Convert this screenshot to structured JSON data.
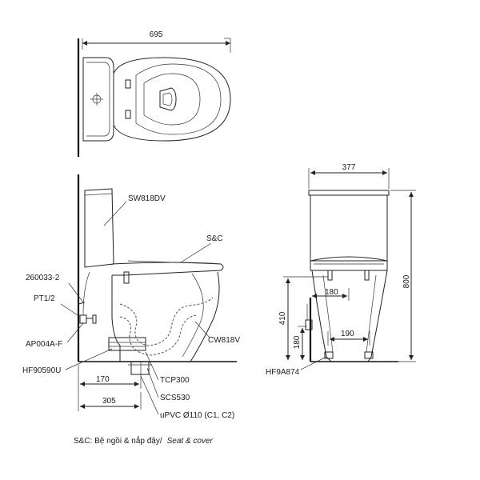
{
  "top_view": {
    "width_dim": "695"
  },
  "side_view": {
    "labels": {
      "tank": "SW818DV",
      "seat": "S&C",
      "part_260033": "260033-2",
      "pt": "PT1/2",
      "ap": "AP004A-F",
      "bowl": "CW818V",
      "hf_left": "HF90590U",
      "tcp": "TCP300",
      "scs": "SCS530",
      "upvc": "uPVC Ø110 (C1, C2)"
    },
    "dims": {
      "d170": "170",
      "d305": "305"
    }
  },
  "front_view": {
    "labels": {
      "hf_right": "HF9A874"
    },
    "dims": {
      "d377": "377",
      "d800": "800",
      "d410": "410",
      "d180v": "180",
      "d180h": "180",
      "d190": "190"
    }
  },
  "footnote": {
    "text": "S&C: Bệ ngồi & nắp đậy/",
    "italic": "Seat & cover"
  }
}
